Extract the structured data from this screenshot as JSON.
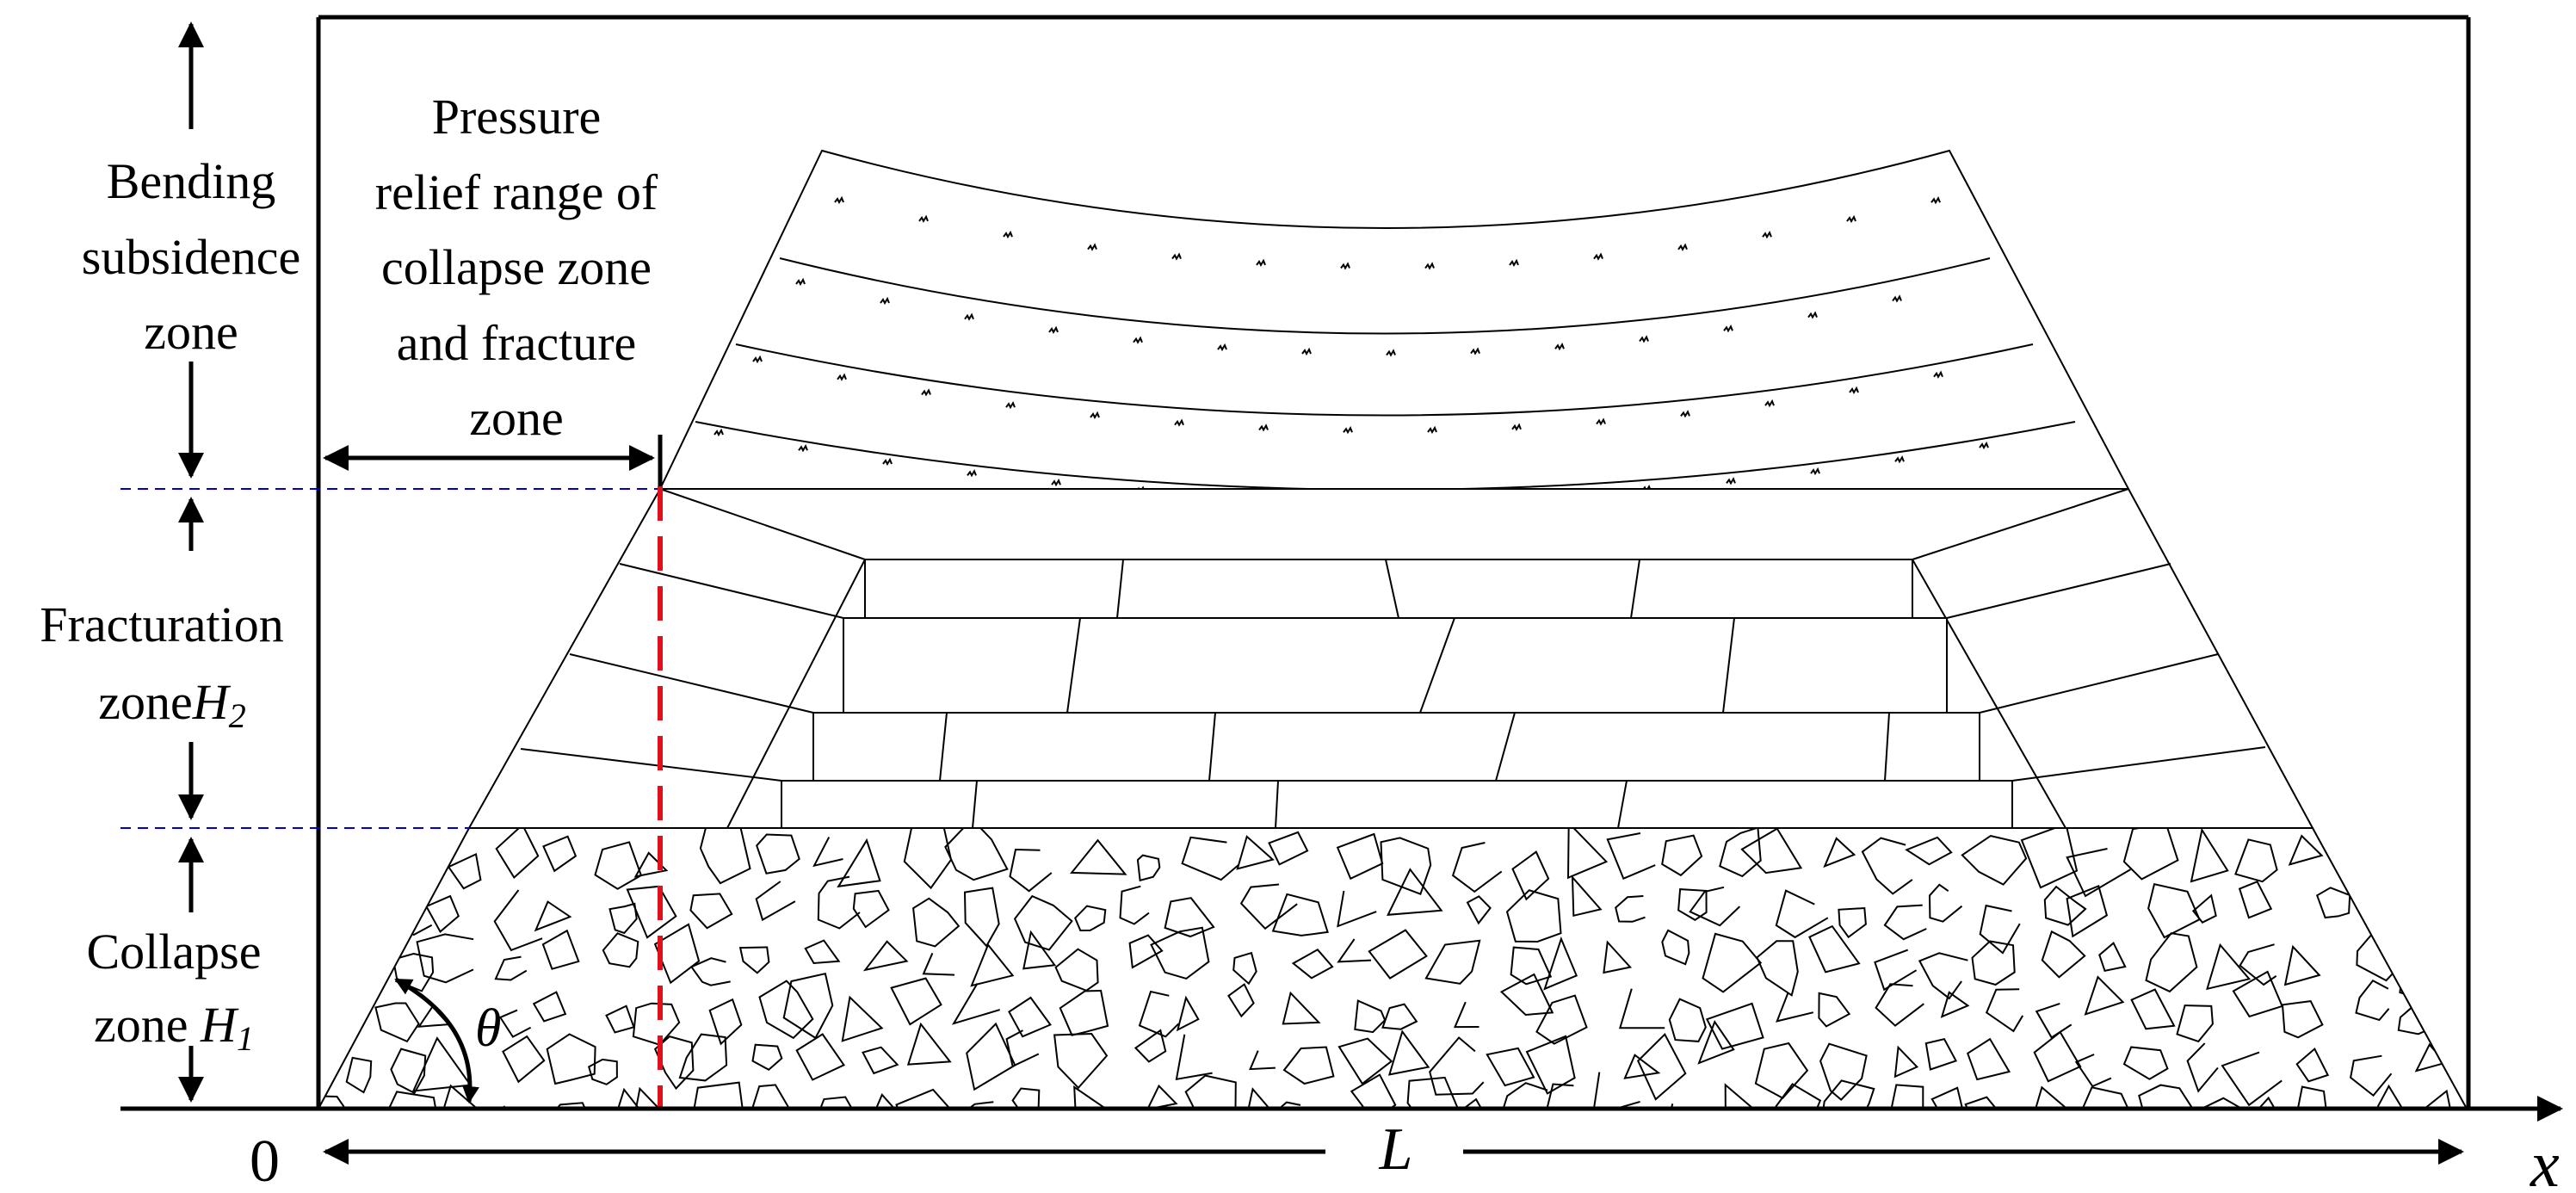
{
  "labels": {
    "bending_l1": "Bending",
    "bending_l2": "subsidence",
    "bending_l3": "zone",
    "pressure_l1": "Pressure",
    "pressure_l2": "relief range of",
    "pressure_l3": "collapse zone",
    "pressure_l4": "and fracture",
    "pressure_l5": "zone",
    "fracture_l1": "Fracturation",
    "fracture_l2_text": "zone",
    "fracture_l2_var": "H",
    "fracture_l2_sub": "2",
    "collapse_l1": "Collapse",
    "collapse_l2_text": "zone ",
    "collapse_l2_var": "H",
    "collapse_l2_sub": "1",
    "theta": "θ",
    "origin": "0",
    "length": "L",
    "x_axis": "x"
  },
  "colors": {
    "outline": "#000000",
    "boundary_dash": "#0000cc",
    "relief_dash": "#e0111a"
  }
}
